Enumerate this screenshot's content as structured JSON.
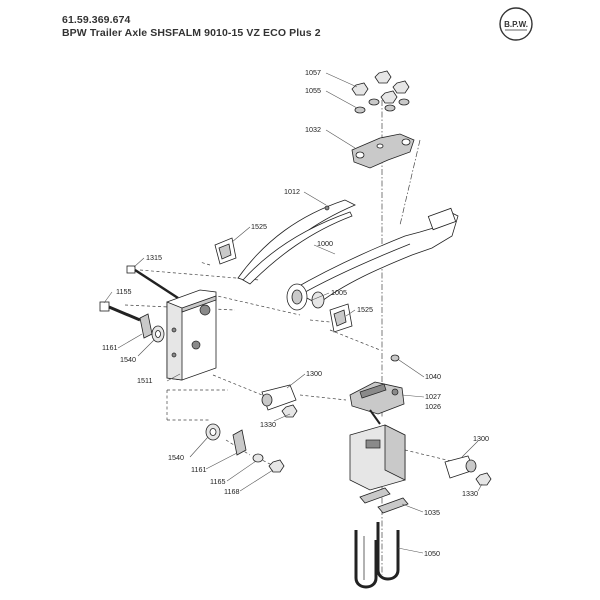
{
  "header": {
    "part_number": "61.59.369.674",
    "title": "BPW Trailer Axle SHSFALM 9010-15 VZ ECO Plus 2"
  },
  "logo": {
    "text": "B.P.W."
  },
  "labels": {
    "l1057": "1057",
    "l1055": "1055",
    "l1032": "1032",
    "l1012": "1012",
    "l1525a": "1525",
    "l1000": "1000",
    "l1315": "1315",
    "l1155": "1155",
    "l1005": "1005",
    "l1525b": "1525",
    "l1161a": "1161",
    "l1540a": "1540",
    "l1511": "1511",
    "l1300a": "1300",
    "l1040": "1040",
    "l1027": "1027",
    "l1026": "1026",
    "l1330a": "1330",
    "l1540b": "1540",
    "l1161b": "1161",
    "l1165": "1165",
    "l1168": "1168",
    "l1300b": "1300",
    "l1330b": "1330",
    "l1035": "1035",
    "l1050": "1050"
  }
}
